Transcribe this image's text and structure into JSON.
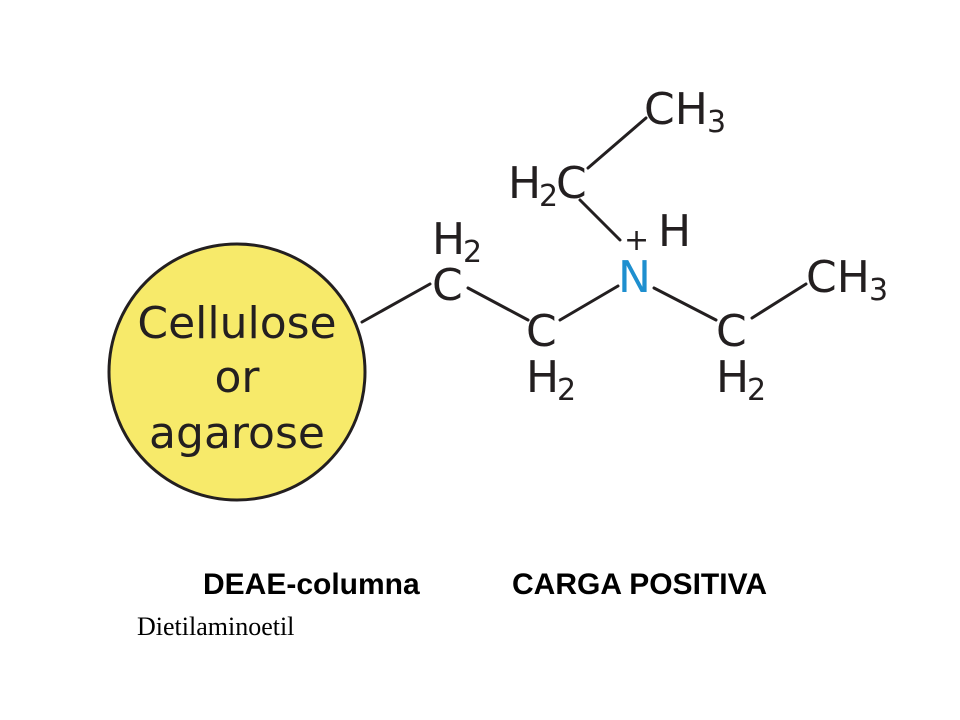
{
  "bead": {
    "lines": [
      "Cellulose",
      "or",
      "agarose"
    ],
    "fill_color": "#f7ea6a",
    "outline_color": "#231f20"
  },
  "molecule": {
    "nitrogen_color": "#1e8fcf",
    "labels": {
      "c1_h2": "H",
      "c1_sub": "2",
      "c1": "C",
      "c2": "C",
      "c2_h2": "H",
      "c2_sub": "2",
      "nitrogen": "N",
      "charge": "+",
      "nh": "H",
      "upper_ch2_h": "H",
      "upper_ch2_sub": "2",
      "upper_ch2_c": "C",
      "upper_ch3": "CH",
      "upper_ch3_sub": "3",
      "right_c": "C",
      "right_h2": "H",
      "right_h2_sub": "2",
      "right_ch3": "CH",
      "right_ch3_sub": "3"
    }
  },
  "captions": {
    "left": "DEAE-columna",
    "right": "CARGA POSITIVA",
    "sub": "Dietilaminoetil"
  }
}
